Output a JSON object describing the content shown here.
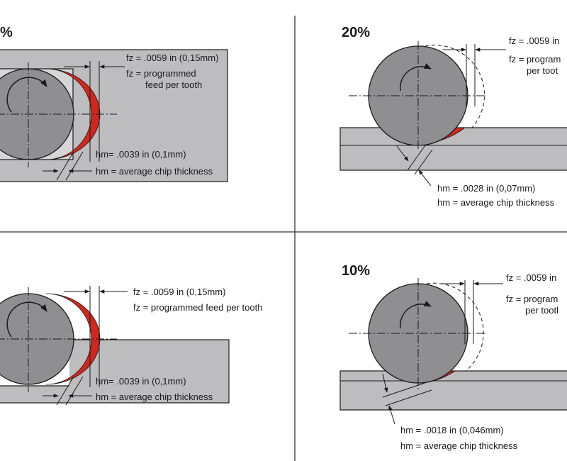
{
  "colors": {
    "workpiece": "#bdbdbf",
    "cutter": "#8f8f92",
    "chip": "#d3261c",
    "line": "#1a1a1a",
    "background": "#ffffff",
    "divider": "#333333"
  },
  "panels": {
    "top_left": {
      "percent": "%",
      "fz_value": "fz = .0059 in (0,15mm)",
      "fz_desc_1": "fz = programmed",
      "fz_desc_2": "feed per tooth",
      "hm_value": "hm= .0039 in (0,1mm)",
      "hm_desc": "hm = average chip thickness"
    },
    "top_right": {
      "percent": "20%",
      "fz_value": "fz = .0059 in",
      "fz_desc_1": "fz = program",
      "fz_desc_2": "per toot",
      "hm_value": "hm = .0028 in (0,07mm)",
      "hm_desc": "hm = average chip thickness"
    },
    "bottom_left": {
      "fz_value": "fz = .0059 in (0,15mm)",
      "fz_desc": "fz = programmed feed per tooth",
      "hm_value": "hm= .0039 in (0,1mm)",
      "hm_desc": "hm = average chip thickness"
    },
    "bottom_right": {
      "percent": "10%",
      "fz_value": "fz = .0059 in",
      "fz_desc_1": "fz = program",
      "fz_desc_2": "per tootl",
      "hm_value": "hm = .0018 in (0,046mm)",
      "hm_desc": "hm = average chip thickness"
    }
  }
}
